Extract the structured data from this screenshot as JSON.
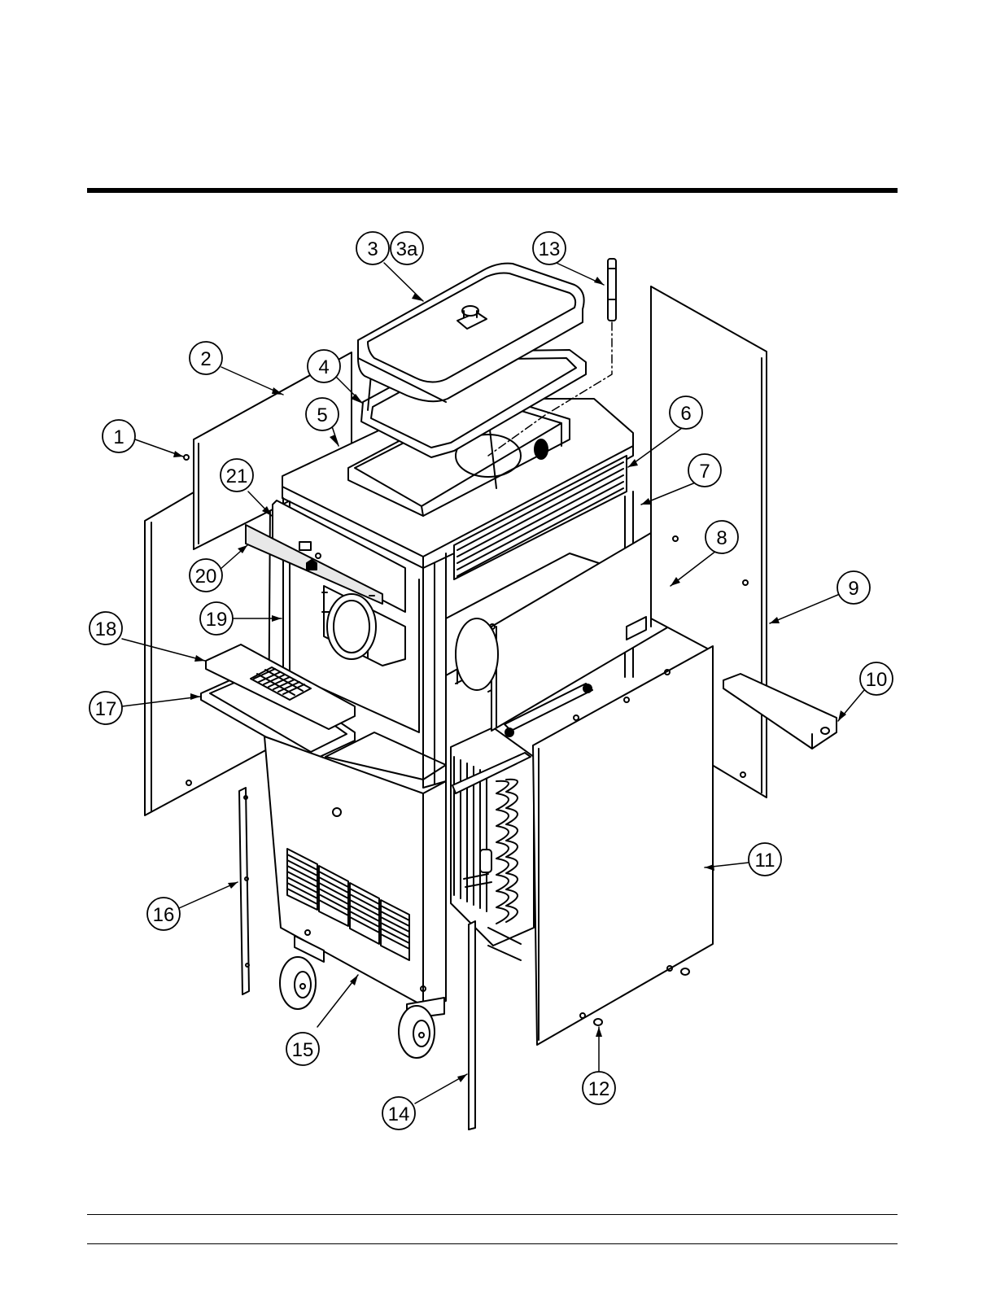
{
  "diagram": {
    "colors": {
      "ink": "#000000",
      "paper": "#ffffff",
      "shade": "#d9d9d9"
    },
    "callouts": [
      {
        "id": "c1",
        "label": "1"
      },
      {
        "id": "c2",
        "label": "2"
      },
      {
        "id": "c3",
        "label": "3"
      },
      {
        "id": "c3a",
        "label": "3a"
      },
      {
        "id": "c4",
        "label": "4"
      },
      {
        "id": "c5",
        "label": "5"
      },
      {
        "id": "c6",
        "label": "6"
      },
      {
        "id": "c7",
        "label": "7"
      },
      {
        "id": "c8",
        "label": "8"
      },
      {
        "id": "c9",
        "label": "9"
      },
      {
        "id": "c10",
        "label": "10"
      },
      {
        "id": "c11",
        "label": "11"
      },
      {
        "id": "c12",
        "label": "12"
      },
      {
        "id": "c13",
        "label": "13"
      },
      {
        "id": "c14",
        "label": "14"
      },
      {
        "id": "c15",
        "label": "15"
      },
      {
        "id": "c16",
        "label": "16"
      },
      {
        "id": "c17",
        "label": "17"
      },
      {
        "id": "c18",
        "label": "18"
      },
      {
        "id": "c19",
        "label": "19"
      },
      {
        "id": "c20",
        "label": "20"
      },
      {
        "id": "c21",
        "label": "21"
      }
    ]
  }
}
